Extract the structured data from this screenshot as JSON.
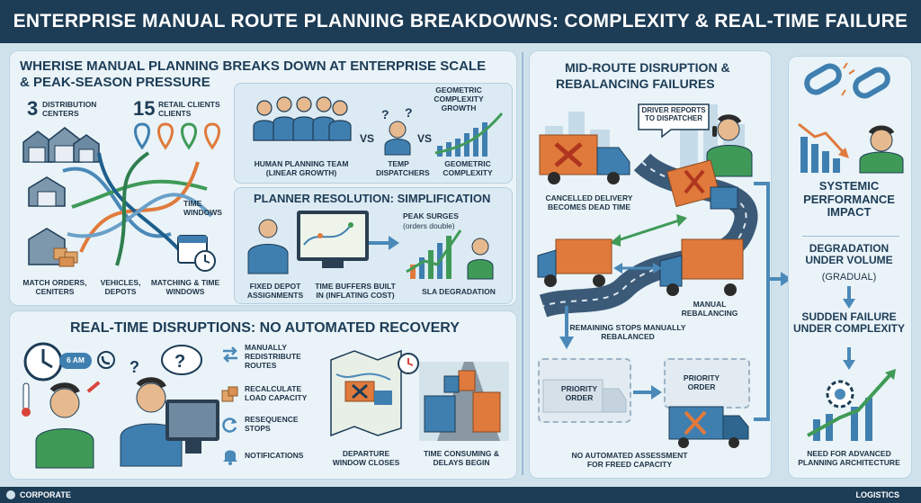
{
  "title": "ENTERPRISE MANUAL ROUTE PLANNING BREAKDOWNS: COMPLEXITY & REAL-TIME FAILURE",
  "section1": {
    "heading_line1": "WHERISE MANUAL PLANNING BREAKS DOWN AT ENTERPRISE SCALE",
    "heading_line2": "& PEAK-SEASON PRESSURE",
    "dc_number": "3",
    "dc_label": "DISTRIBUTION CENTERS",
    "clients_number": "15",
    "clients_label": "RETAIL CLIENTS CLIENTS",
    "time_windows": "TIME WINDOWS",
    "match_orders": "MATCH ORDERS, CENITERS",
    "vehicles": "VEHICLES, DEPOTS",
    "matching": "MATCHING & TIME WINDOWS"
  },
  "complexity": {
    "human_team": "HUMAN PLANNING TEAM (LINEAR GROWTH)",
    "vs1": "VS",
    "temp": "TEMP DISPATCHERS",
    "vs2": "VS",
    "geo_top": "GEOMETRIC COMPLEXITY GROWTH",
    "geo_bottom": "GEOMETRIC COMPLEXITY"
  },
  "resolution": {
    "heading": "PLANNER RESOLUTION: SIMPLIFICATION",
    "peak_surges": "PEAK SURGES",
    "orders_double": "(orders double)",
    "fixed_depot": "FIXED DEPOT ASSIGNMENTS",
    "time_buffers": "TIME BUFFERS BUILT IN (INFLATING COST)",
    "sla": "SLA DEGRADATION"
  },
  "disruptions": {
    "heading": "REAL-TIME DISRUPTIONS: NO AUTOMATED RECOVERY",
    "clock_time": "6 AM",
    "steps": [
      "MANUALLY REDISTRIBUTE ROUTES",
      "RECALCULATE LOAD CAPACITY",
      "RESEQUENCE STOPS",
      "NOTIFICATIONS"
    ],
    "departure": "DEPARTURE WINDOW CLOSES",
    "time_consuming": "TIME CONSUMING & DELAYS BEGIN"
  },
  "midroute": {
    "heading_line1": "MID-ROUTE DISRUPTION &",
    "heading_line2": "REBALANCING FAILURES",
    "driver_reports": "DRIVER REPORTS TO DISPATCHER",
    "cancelled": "CANCELLED DELIVERY BECOMES DEAD TIME",
    "manual_rebalancing": "MANUAL REBALANCING",
    "remaining": "REMAINING STOPS MANUALLY REBALANCED",
    "priority1": "PRIORITY ORDER",
    "priority2": "PRIORITY ORDER",
    "no_auto": "NO AUTOMATED ASSESSMENT FOR FREED CAPACITY"
  },
  "systemic": {
    "heading": "SYSTEMIC PERFORMANCE IMPACT",
    "degradation": "DEGRADATION UNDER VOLUME",
    "gradual": "(GRADUAL)",
    "sudden": "SUDDEN FAILURE UNDER COMPLEXITY",
    "need": "NEED FOR ADVANCED PLANNING ARCHITECTURE"
  },
  "footer": {
    "left": "CORPORATE",
    "right": "LOGISTICS"
  },
  "colors": {
    "navy": "#1d3c56",
    "blue": "#4a89b8",
    "orange": "#e07a3c",
    "green": "#3f9a57"
  }
}
